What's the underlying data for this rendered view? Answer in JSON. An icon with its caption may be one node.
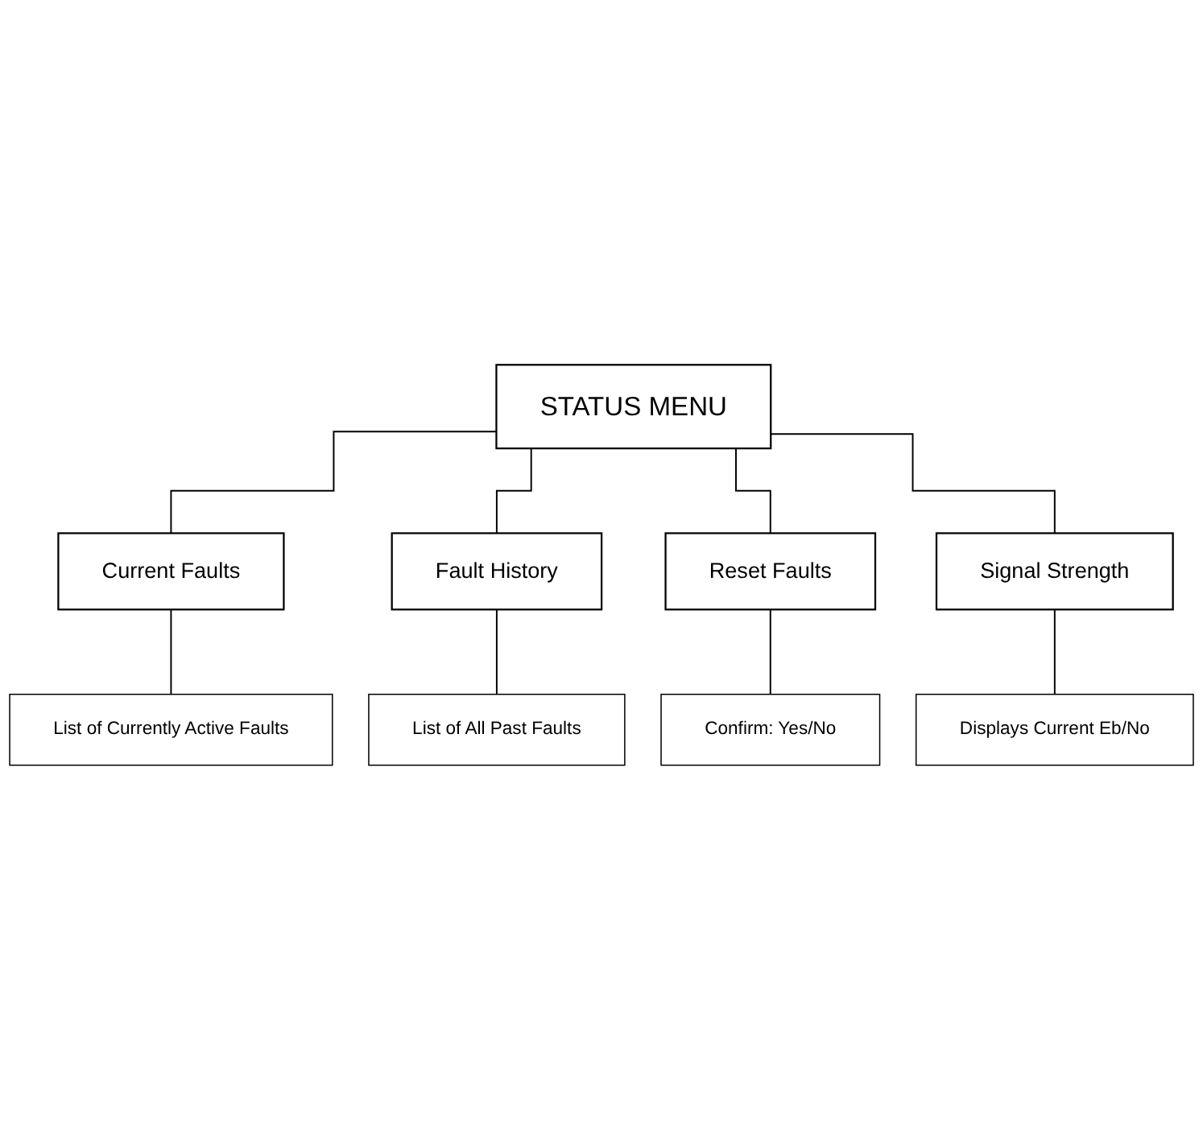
{
  "diagram": {
    "nodes": [
      {
        "text": [
          "STATUS MENU"
        ]
      },
      {
        "text": [
          "Current Faults"
        ]
      },
      {
        "text": [
          "Fault History"
        ]
      },
      {
        "text": [
          "Reset Faults"
        ]
      },
      {
        "text": [
          "Signal Strength"
        ]
      },
      {
        "text": [
          "List of Currently Active Faults"
        ]
      },
      {
        "text": [
          "List of All Past Faults"
        ]
      },
      {
        "text": [
          "Confirm: Yes/No"
        ]
      },
      {
        "text": [
          "Displays Current Eb/No"
        ]
      }
    ],
    "edges": [
      {
        "from": 0,
        "to": 1,
        "arrow": "none"
      },
      {
        "from": 0,
        "to": 2,
        "arrow": "none"
      },
      {
        "from": 0,
        "to": 3,
        "arrow": "none"
      },
      {
        "from": 0,
        "to": 4,
        "arrow": "none"
      },
      {
        "from": 1,
        "to": 5,
        "arrow": "none"
      },
      {
        "from": 2,
        "to": 6,
        "arrow": "none"
      },
      {
        "from": 3,
        "to": 7,
        "arrow": "none"
      },
      {
        "from": 4,
        "to": 8,
        "arrow": "none"
      }
    ]
  }
}
